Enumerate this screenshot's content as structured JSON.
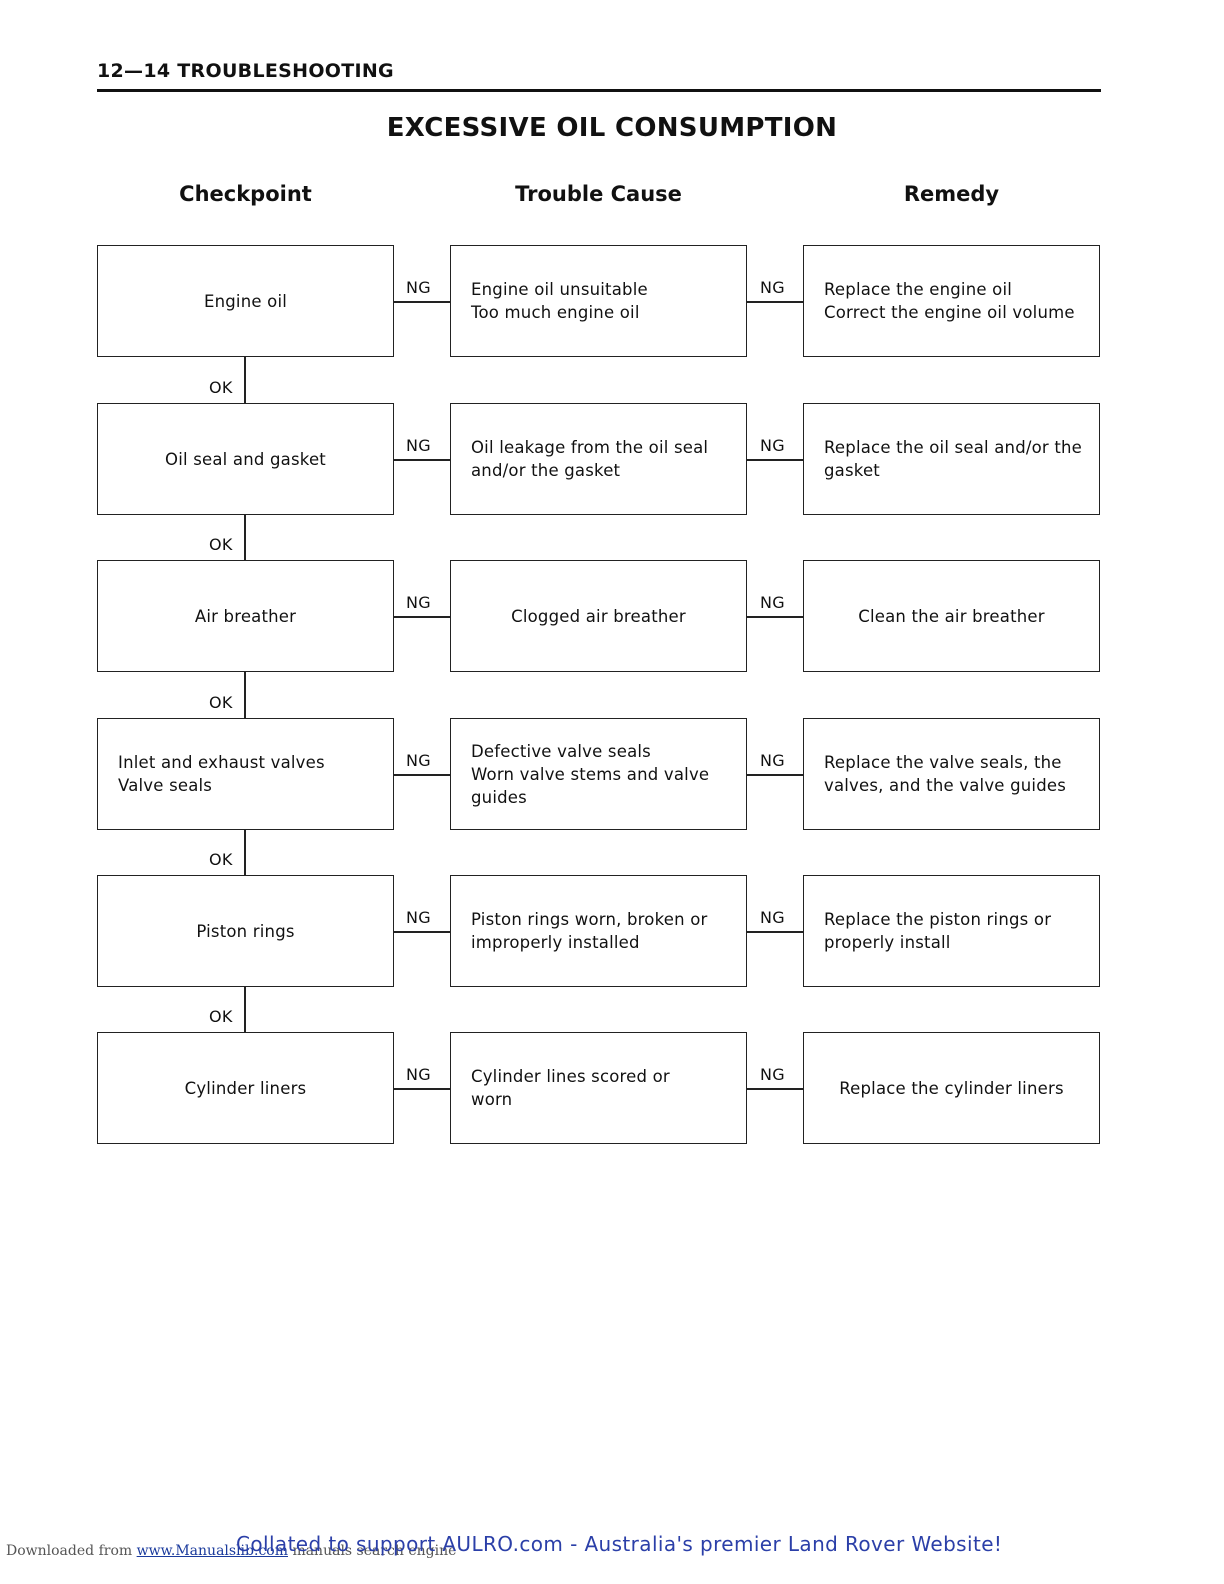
{
  "header": {
    "section": "12—14 TROUBLESHOOTING"
  },
  "title": "EXCESSIVE OIL CONSUMPTION",
  "columns": {
    "checkpoint": "Checkpoint",
    "cause": "Trouble Cause",
    "remedy": "Remedy"
  },
  "connector_labels": {
    "ng": "NG",
    "ok": "OK"
  },
  "rows": [
    {
      "checkpoint": "Engine oil",
      "cause": "Engine oil unsuitable\nToo much engine oil",
      "remedy": "Replace the engine oil\nCorrect the engine oil volume"
    },
    {
      "checkpoint": "Oil seal and gasket",
      "cause": "Oil leakage from the oil seal\nand/or the gasket",
      "remedy": "Replace the oil seal and/or the\ngasket"
    },
    {
      "checkpoint": "Air breather",
      "cause": "Clogged air breather",
      "remedy": "Clean the air breather"
    },
    {
      "checkpoint": "Inlet and exhaust valves\nValve seals",
      "cause": "Defective valve seals\nWorn valve stems and valve\nguides",
      "remedy": "Replace the valve seals, the\nvalves, and the valve guides"
    },
    {
      "checkpoint": "Piston rings",
      "cause": "Piston rings worn, broken or\nimproperly installed",
      "remedy": "Replace the piston rings or\nproperly install"
    },
    {
      "checkpoint": "Cylinder liners",
      "cause": "Cylinder lines scored or\nworn",
      "remedy": "Replace the cylinder liners"
    }
  ],
  "footer": {
    "downloaded_prefix": "Downloaded from",
    "link_text": "www.Manualslib.com",
    "suffix": "manuals search engine",
    "collated": "Collated to support AULRO.com - Australia's premier Land Rover Website!"
  }
}
